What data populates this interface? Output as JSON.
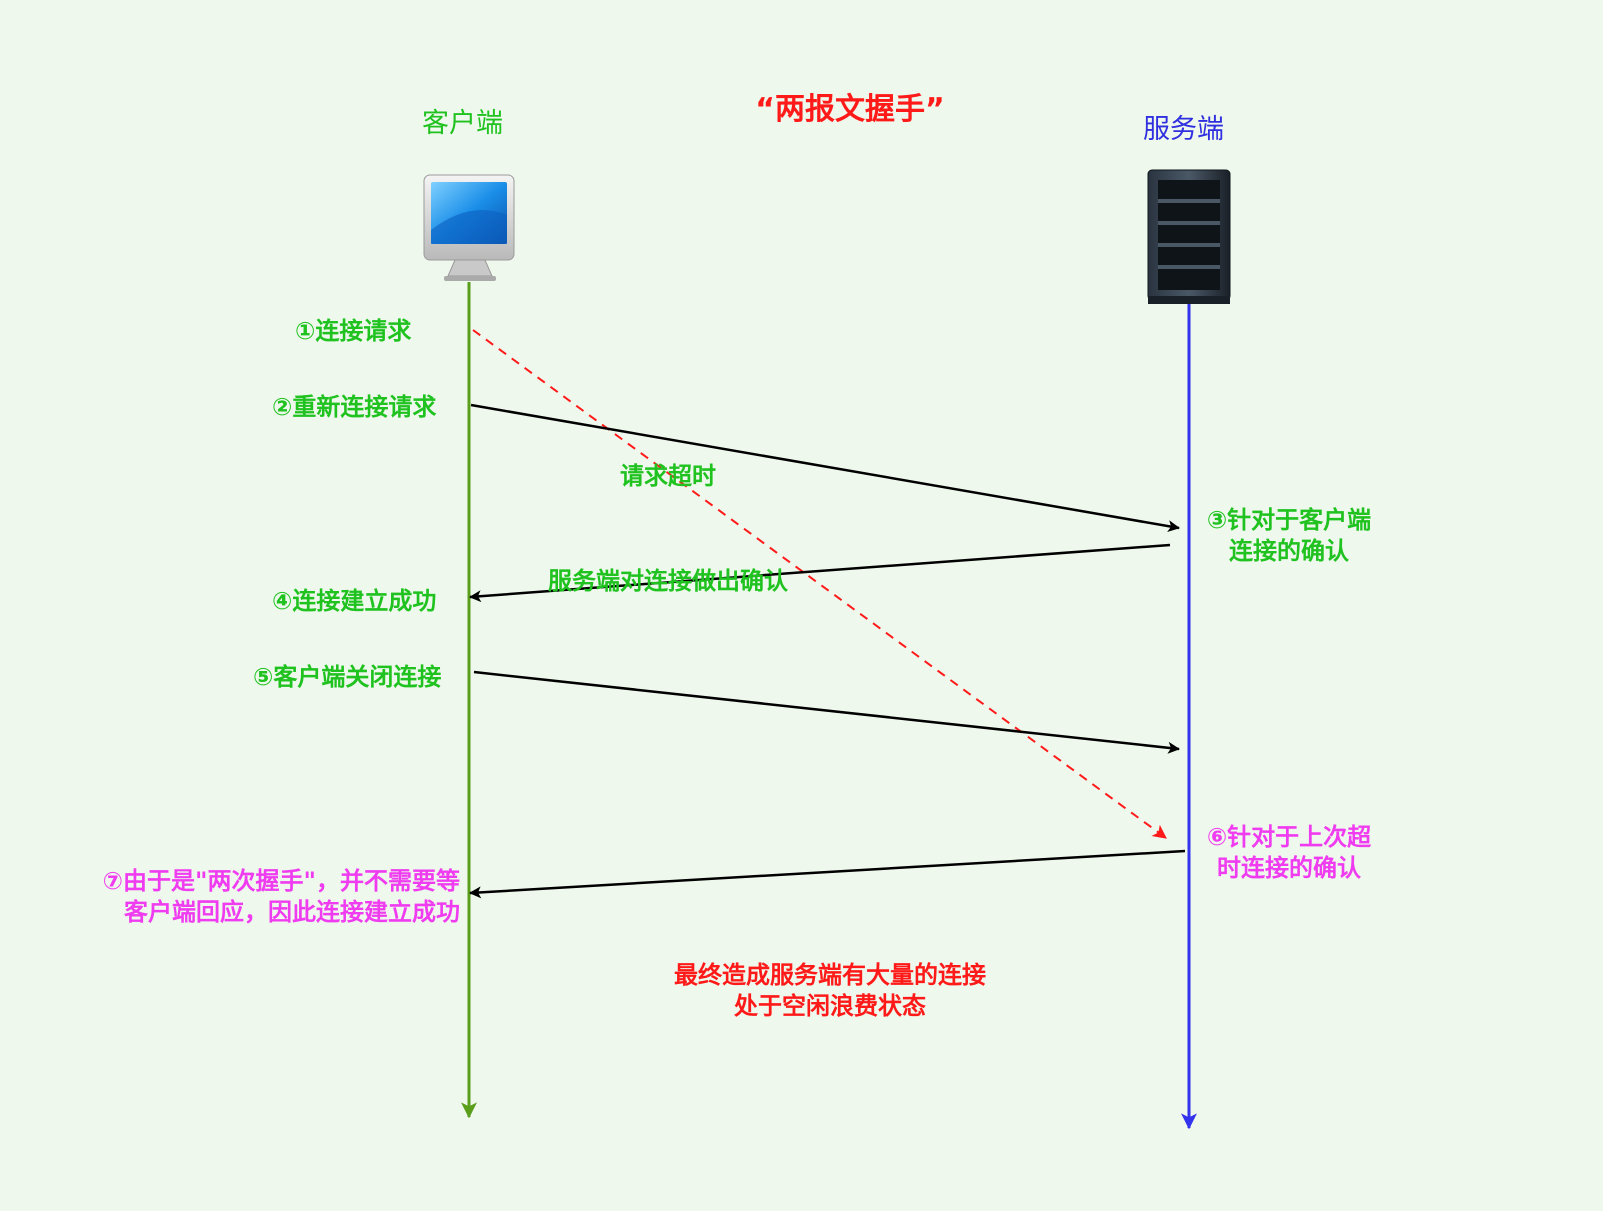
{
  "title": "“两报文握手”",
  "client": {
    "label": "客户端",
    "icon": "desktop-computer-icon",
    "line_color": "#5a9e1c"
  },
  "server": {
    "label": "服务端",
    "icon": "server-rack-icon",
    "line_color": "#3333ee"
  },
  "steps": {
    "s1": "①连接请求",
    "s2": "②重新连接请求",
    "s3_line1": "③针对于客户端",
    "s3_line2": "连接的确认",
    "s4": "④连接建立成功",
    "s5": "⑤客户端关闭连接",
    "s6_line1": "⑥针对于上次超",
    "s6_line2": "时连接的确认",
    "s7_line1": "⑦由于是\"两次握手\"，并不需要等",
    "s7_line2": "客户端回应，因此连接建立成功"
  },
  "arrow_labels": {
    "timeout": "请求超时",
    "server_confirm": "服务端对连接做出确认"
  },
  "conclusion": {
    "line1": "最终造成服务端有大量的连接",
    "line2": "处于空闲浪费状态"
  },
  "colors": {
    "background": "#eef8ec",
    "step_text": "#1fc21f",
    "highlight_text": "#f03cf0",
    "alert_text": "#ff1a1a",
    "message_arrow": "#000000",
    "timeout_arrow": "#ff1a1a"
  }
}
